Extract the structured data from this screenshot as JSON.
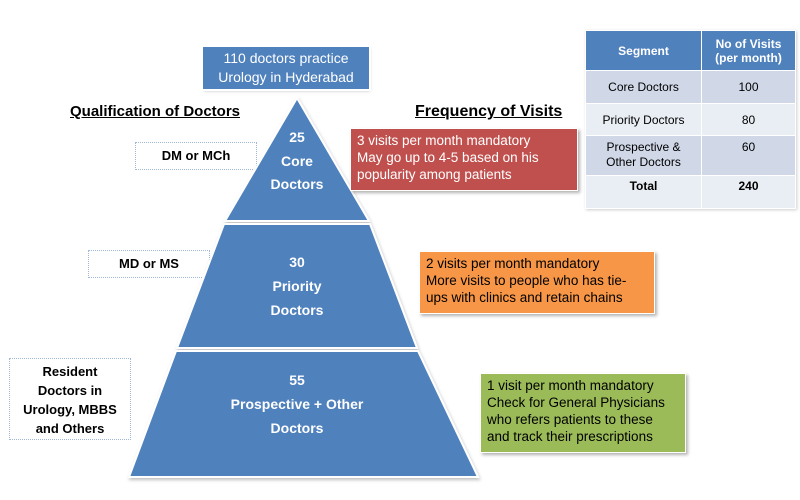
{
  "header": {
    "summary_line1": "110 doctors practice",
    "summary_line2": "Urology in Hyderabad"
  },
  "headings": {
    "qualification": "Qualification of Doctors",
    "frequency": "Frequency of Visits"
  },
  "qualifications": [
    {
      "label": "DM or MCh"
    },
    {
      "label": "MD or MS"
    },
    {
      "lines": [
        "Resident",
        "Doctors in",
        "Urology, MBBS",
        "and Others"
      ]
    }
  ],
  "pyramid": {
    "color": "#4f81bd",
    "tiers": [
      {
        "count": "25",
        "lines": [
          "Core",
          "Doctors"
        ]
      },
      {
        "count": "30",
        "lines": [
          "Priority",
          "Doctors"
        ]
      },
      {
        "count": "55",
        "lines": [
          "Prospective + Other",
          "Doctors"
        ]
      }
    ]
  },
  "frequency_boxes": [
    {
      "color": "#c0504d",
      "lines": [
        "3 visits per month mandatory",
        "May go up to 4-5 based on his",
        "popularity among patients"
      ]
    },
    {
      "color": "#f79646",
      "lines": [
        "2 visits per month mandatory",
        "More visits to people who has tie-",
        "ups with clinics and retain chains"
      ]
    },
    {
      "color": "#9bbb59",
      "lines": [
        "1 visit per month mandatory",
        "Check for General Physicians",
        "who refers patients to these",
        "and track their prescriptions"
      ]
    }
  ],
  "segment_table": {
    "headers": [
      "Segment",
      "No of Visits (per month)"
    ],
    "header2_line1": "No of Visits",
    "header2_line2": "(per month)",
    "rows": [
      {
        "segment": "Core Doctors",
        "visits": "100"
      },
      {
        "segment": "Priority Doctors",
        "visits": "80"
      },
      {
        "segment_line1": "Prospective &",
        "segment_line2": "Other Doctors",
        "visits": "60"
      }
    ],
    "total": {
      "label": "Total",
      "visits": "240"
    }
  }
}
